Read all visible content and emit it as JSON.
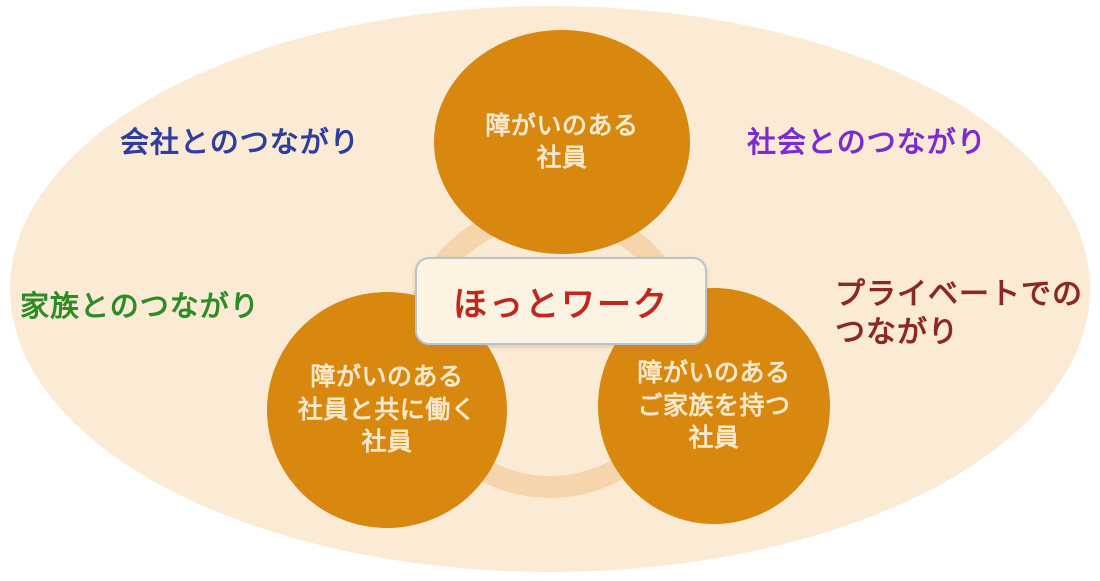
{
  "diagram": {
    "title": "ほっとワーク",
    "colors": {
      "page_bg": "#ffffff",
      "ellipse_bg": "#FBEBD5",
      "ring": "#F6D5AC",
      "circle_fill": "#D8870F",
      "circle_text": "#F8E9CC",
      "center_box_bg": "#FCF3E2",
      "center_box_border": "#B7C4CC",
      "center_text": "#C1271E"
    },
    "center_box": {
      "label": "ほっとワーク"
    },
    "circles": [
      {
        "id": "top",
        "text": "障がいのある\n社員"
      },
      {
        "id": "bottom-left",
        "text": "障がいのある\n社員と共に働く\n社員"
      },
      {
        "id": "bottom-right",
        "text": "障がいのある\nご家族を持つ\n社員"
      }
    ],
    "labels": [
      {
        "id": "company",
        "text": "会社とのつながり",
        "color": "#2F3D9E"
      },
      {
        "id": "society",
        "text": "社会とのつながり",
        "color": "#7C2BD0"
      },
      {
        "id": "family",
        "text": "家族とのつながり",
        "color": "#2E8B26"
      },
      {
        "id": "private",
        "text": "プライベートでの\nつながり",
        "color": "#8C2823"
      }
    ]
  }
}
